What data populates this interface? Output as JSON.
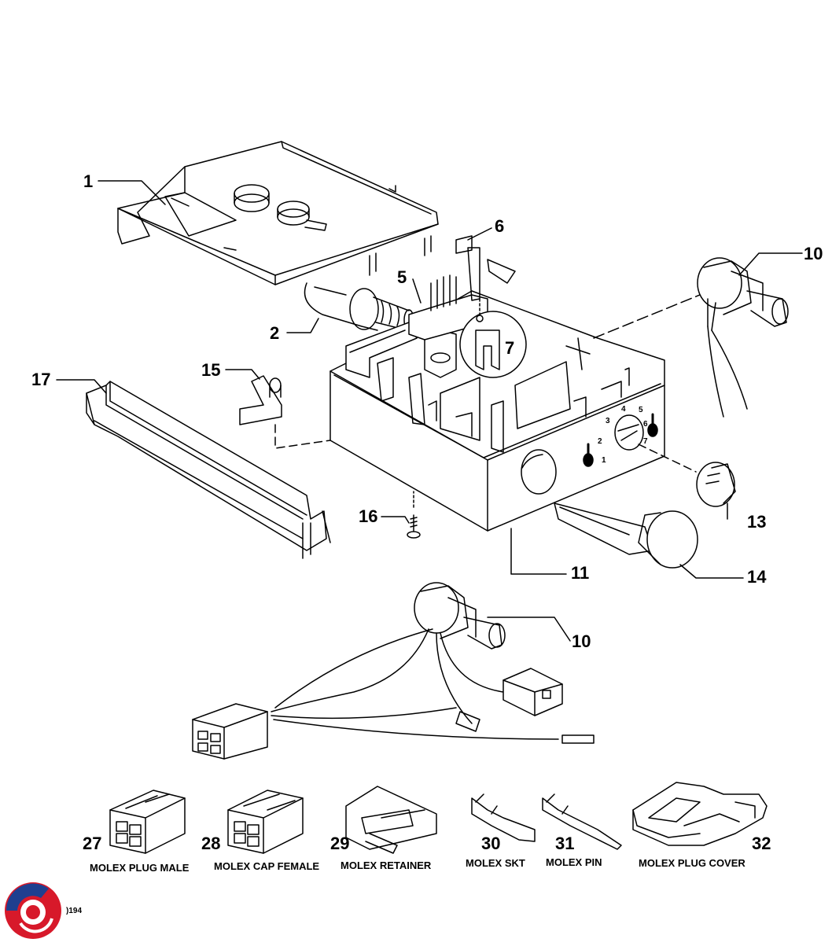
{
  "diagram": {
    "callouts": [
      {
        "id": "c1",
        "label": "1"
      },
      {
        "id": "c2",
        "label": "2"
      },
      {
        "id": "c5",
        "label": "5"
      },
      {
        "id": "c6",
        "label": "6"
      },
      {
        "id": "c7",
        "label": "7"
      },
      {
        "id": "c10a",
        "label": "10"
      },
      {
        "id": "c10b",
        "label": "10"
      },
      {
        "id": "c11",
        "label": "11"
      },
      {
        "id": "c13",
        "label": "13"
      },
      {
        "id": "c14",
        "label": "14"
      },
      {
        "id": "c15",
        "label": "15"
      },
      {
        "id": "c16",
        "label": "16"
      },
      {
        "id": "c17",
        "label": "17"
      },
      {
        "id": "c27",
        "label": "27"
      },
      {
        "id": "c28",
        "label": "28"
      },
      {
        "id": "c29",
        "label": "29"
      },
      {
        "id": "c30",
        "label": "30"
      },
      {
        "id": "c31",
        "label": "31"
      },
      {
        "id": "c32",
        "label": "32"
      }
    ],
    "captions": {
      "molex_plug_male": "MOLEX PLUG MALE",
      "molex_cap_female": "MOLEX CAP FEMALE",
      "molex_retainer": "MOLEX RETAINER",
      "molex_skt": "MOLEX SKT",
      "molex_pin": "MOLEX PIN",
      "molex_plug_cover": "MOLEX PLUG COVER"
    },
    "dial_numbers": [
      "1",
      "2",
      "3",
      "4",
      "5",
      "6",
      "7"
    ],
    "drawing_code": ")194"
  },
  "colors": {
    "line": "#000000",
    "logo_red": "#d7192a",
    "logo_blue": "#1f3f8f"
  }
}
